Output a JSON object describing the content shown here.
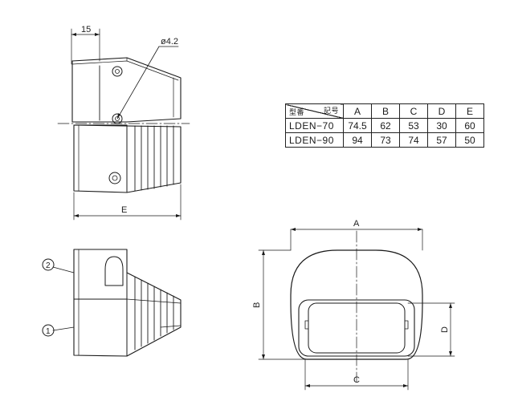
{
  "dimensions": {
    "top_width": "15",
    "hole": "ø4.2",
    "overall": "E",
    "front_width": "A",
    "front_height": "B",
    "inner_width": "C",
    "inner_height": "D"
  },
  "callouts": {
    "part_2": "2",
    "part_1": "1"
  },
  "table": {
    "header_symbol": "記号",
    "header_model": "型番",
    "columns": [
      "A",
      "B",
      "C",
      "D",
      "E"
    ],
    "rows": [
      {
        "model": "LDEN−70",
        "values": [
          "74.5",
          "62",
          "53",
          "30",
          "60"
        ]
      },
      {
        "model": "LDEN−90",
        "values": [
          "94",
          "73",
          "74",
          "57",
          "50"
        ]
      }
    ]
  }
}
